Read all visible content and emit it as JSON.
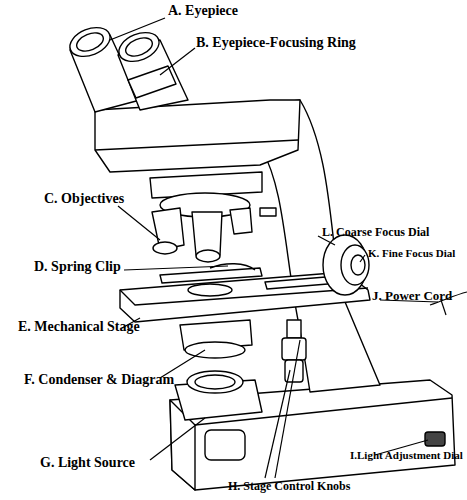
{
  "diagram": {
    "labels": [
      "A. Eyepiece",
      "B. Eyepiece-Focusing Ring",
      "C. Objectives",
      "D. Spring Clip",
      "E. Mechanical Stage",
      "F. Condenser & Diagram",
      "G. Light Source",
      "H. Stage Control Knobs",
      "I.Light Adjustment Dial",
      "J. Power Cord",
      "K. Fine Focus Dial",
      "L. Coarse Focus Dial"
    ]
  }
}
